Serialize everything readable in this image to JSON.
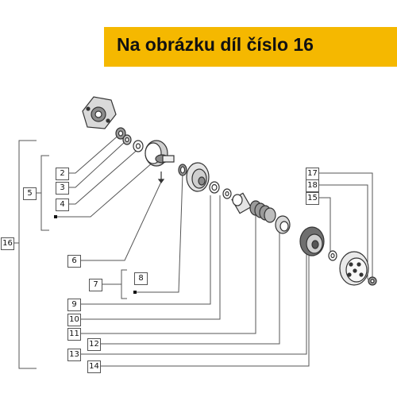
{
  "banner": {
    "text": "Na obrázku díl číslo 16"
  },
  "callouts": {
    "c2": "2",
    "c3": "3",
    "c4": "4",
    "c5": "5",
    "c6": "6",
    "c7": "7",
    "c8": "8",
    "c9": "9",
    "c10": "10",
    "c11": "11",
    "c12": "12",
    "c13": "13",
    "c14": "14",
    "c15": "15",
    "c16": "16",
    "c17": "17",
    "c18": "18"
  },
  "colors": {
    "banner": "#f5b800",
    "line": "#555555",
    "part_stroke": "#333333"
  }
}
